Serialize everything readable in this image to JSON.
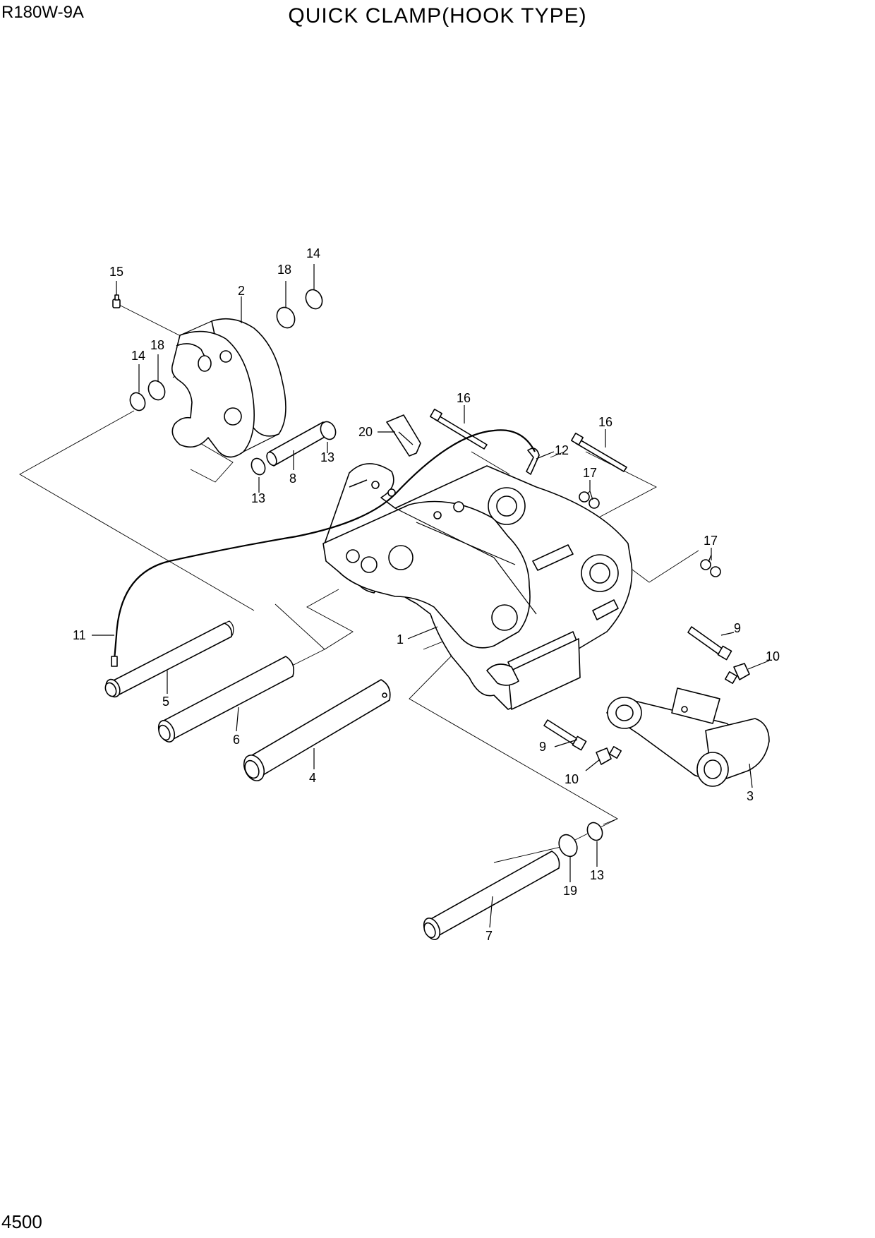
{
  "header": {
    "model": "R180W-9A",
    "title": "QUICK CLAMP(HOOK TYPE)"
  },
  "footer": {
    "page_number": "4500"
  },
  "diagram": {
    "callouts": [
      {
        "id": "c15",
        "label": "15"
      },
      {
        "id": "c18a",
        "label": "18"
      },
      {
        "id": "c14a",
        "label": "14"
      },
      {
        "id": "c2",
        "label": "2"
      },
      {
        "id": "c14b",
        "label": "14"
      },
      {
        "id": "c18b",
        "label": "18"
      },
      {
        "id": "c13a",
        "label": "13"
      },
      {
        "id": "c8",
        "label": "8"
      },
      {
        "id": "c13b",
        "label": "13"
      },
      {
        "id": "c20",
        "label": "20"
      },
      {
        "id": "c16a",
        "label": "16"
      },
      {
        "id": "c16b",
        "label": "16"
      },
      {
        "id": "c12",
        "label": "12"
      },
      {
        "id": "c17a",
        "label": "17"
      },
      {
        "id": "c17b",
        "label": "17"
      },
      {
        "id": "c11",
        "label": "11"
      },
      {
        "id": "c1",
        "label": "1"
      },
      {
        "id": "c5",
        "label": "5"
      },
      {
        "id": "c6",
        "label": "6"
      },
      {
        "id": "c4",
        "label": "4"
      },
      {
        "id": "c9a",
        "label": "9"
      },
      {
        "id": "c10a",
        "label": "10"
      },
      {
        "id": "c9b",
        "label": "9"
      },
      {
        "id": "c10b",
        "label": "10"
      },
      {
        "id": "c3",
        "label": "3"
      },
      {
        "id": "c13c",
        "label": "13"
      },
      {
        "id": "c19",
        "label": "19"
      },
      {
        "id": "c7",
        "label": "7"
      }
    ]
  }
}
